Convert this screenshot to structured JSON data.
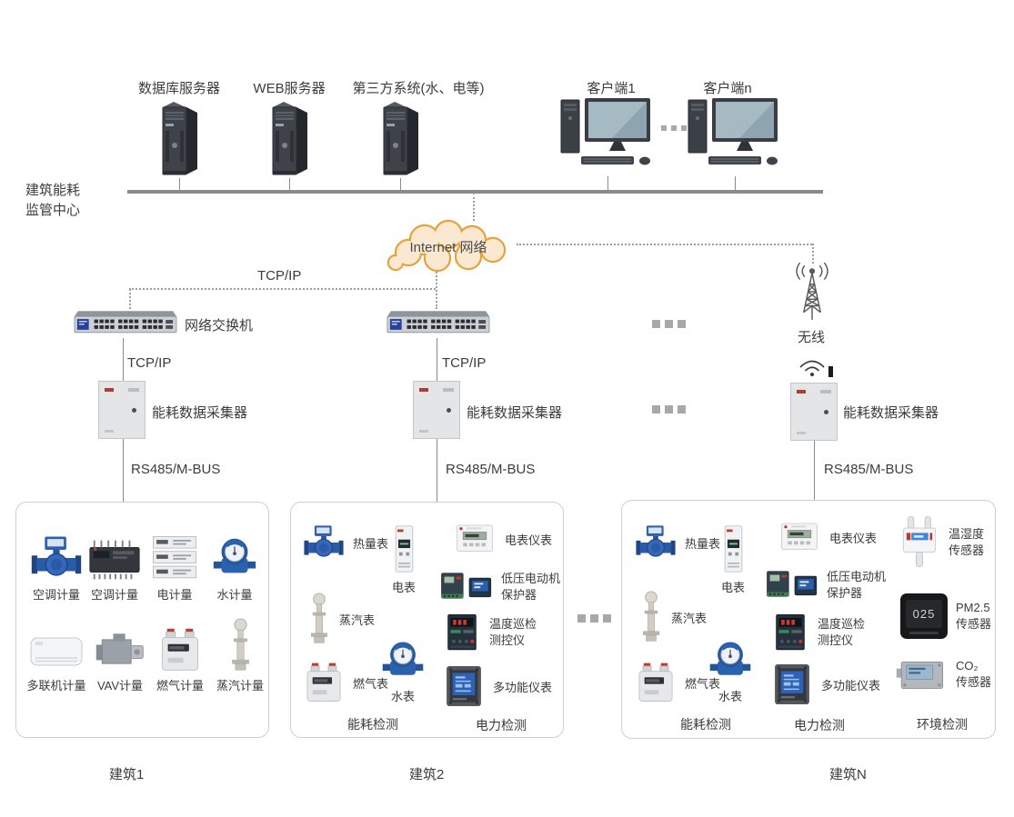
{
  "monitor_center": {
    "line1": "建筑能耗",
    "line2": "监管中心"
  },
  "servers": [
    {
      "label": "数据库服务器"
    },
    {
      "label": "WEB服务器"
    },
    {
      "label": "第三方系统(水、电等)"
    }
  ],
  "clients": [
    {
      "label": "客户端1"
    },
    {
      "label": "客户端n"
    }
  ],
  "network": {
    "cloud_label": "Internet 网络",
    "tcpip_backbone_label": "TCP/IP",
    "switch_label": "网络交换机",
    "wireless_label": "无线",
    "tcpip_branch1_label": "TCP/IP",
    "tcpip_branch2_label": "TCP/IP",
    "collector1_label": "能耗数据采集器",
    "collector2_label": "能耗数据采集器",
    "collector3_label": "能耗数据采集器",
    "bus1_label": "RS485/M-BUS",
    "bus2_label": "RS485/M-BUS",
    "bus3_label": "RS485/M-BUS"
  },
  "building1": {
    "caption": "建筑1",
    "items": [
      {
        "label": "空调计量"
      },
      {
        "label": "空调计量"
      },
      {
        "label": "电计量"
      },
      {
        "label": "水计量"
      },
      {
        "label": "多联机计量"
      },
      {
        "label": "VAV计量"
      },
      {
        "label": "燃气计量"
      },
      {
        "label": "蒸汽计量"
      }
    ]
  },
  "building2": {
    "caption": "建筑2",
    "items": {
      "heat": "热量表",
      "emeter": "电表",
      "emeter_panel": "电表仪表",
      "motor_protector": "低压电动机\n保护器",
      "steam": "蒸汽表",
      "temp_patrol": "温度巡检\n测控仪",
      "gas": "燃气表",
      "water": "水表",
      "multifunction": "多功能仪表"
    },
    "categories": {
      "energy": "能耗检测",
      "power": "电力检测"
    }
  },
  "buildingN": {
    "caption": "建筑N",
    "items": {
      "heat": "热量表",
      "emeter": "电表",
      "emeter_panel": "电表仪表",
      "motor_protector": "低压电动机\n保护器",
      "steam": "蒸汽表",
      "temp_patrol": "温度巡检\n测控仪",
      "gas": "燃气表",
      "water": "水表",
      "multifunction": "多功能仪表",
      "th_sensor": "温湿度\n传感器",
      "pm25": "PM2.5\n传感器",
      "co2": "CO₂\n传感器"
    },
    "pm25_reading": "025",
    "categories": {
      "energy": "能耗检测",
      "power": "电力检测",
      "env": "环境检测"
    }
  }
}
